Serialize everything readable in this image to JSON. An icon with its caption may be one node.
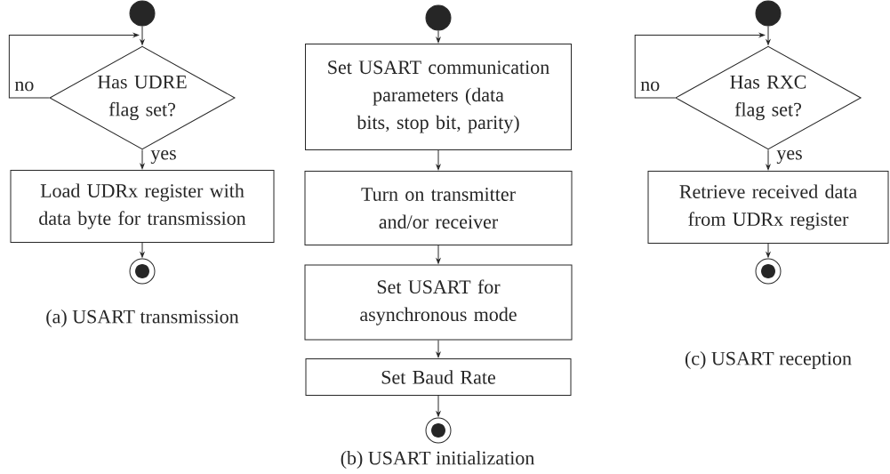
{
  "diagram": {
    "nodes": [
      {
        "text": [],
        "shape": "circle"
      },
      {
        "text": [
          "Has UDRE flag set?"
        ]
      },
      {
        "text": [
          "Load UDRx register with data byte for transmission"
        ]
      },
      {
        "text": [],
        "shape": "bullseye"
      },
      {
        "text": [],
        "shape": "circle"
      },
      {
        "text": [
          "Set USART communication parameters (data bits, stop bit, parity)"
        ]
      },
      {
        "text": [
          "Turn on transmitter and/or receiver"
        ]
      },
      {
        "text": [
          "Set USART for asynchronous mode"
        ]
      },
      {
        "text": [
          "Set Baud Rate"
        ]
      },
      {
        "text": [],
        "shape": "bullseye"
      },
      {
        "text": [],
        "shape": "circle"
      },
      {
        "text": [
          "Has RXC flag set?"
        ]
      },
      {
        "text": [
          "Retrieve received data from UDRx register"
        ]
      },
      {
        "text": [],
        "shape": "bullseye"
      }
    ],
    "edges": [
      {
        "from": 0,
        "to": 1,
        "arrow": "to"
      },
      {
        "from": 1,
        "to": 1,
        "arrow": "to",
        "label": "no"
      },
      {
        "from": 1,
        "to": 2,
        "arrow": "to",
        "label": "yes"
      },
      {
        "from": 2,
        "to": 3,
        "arrow": "to"
      },
      {
        "from": 4,
        "to": 5,
        "arrow": "to"
      },
      {
        "from": 5,
        "to": 6,
        "arrow": "to"
      },
      {
        "from": 6,
        "to": 7,
        "arrow": "to"
      },
      {
        "from": 7,
        "to": 8,
        "arrow": "to"
      },
      {
        "from": 8,
        "to": 9,
        "arrow": "to"
      },
      {
        "from": 10,
        "to": 11,
        "arrow": "to"
      },
      {
        "from": 11,
        "to": 11,
        "arrow": "to",
        "label": "no"
      },
      {
        "from": 11,
        "to": 12,
        "arrow": "to",
        "label": "yes"
      },
      {
        "from": 12,
        "to": 13,
        "arrow": "to"
      }
    ],
    "labels": [
      "(a) USART transmission",
      "(b) USART initialization",
      "(c) USART reception"
    ]
  }
}
